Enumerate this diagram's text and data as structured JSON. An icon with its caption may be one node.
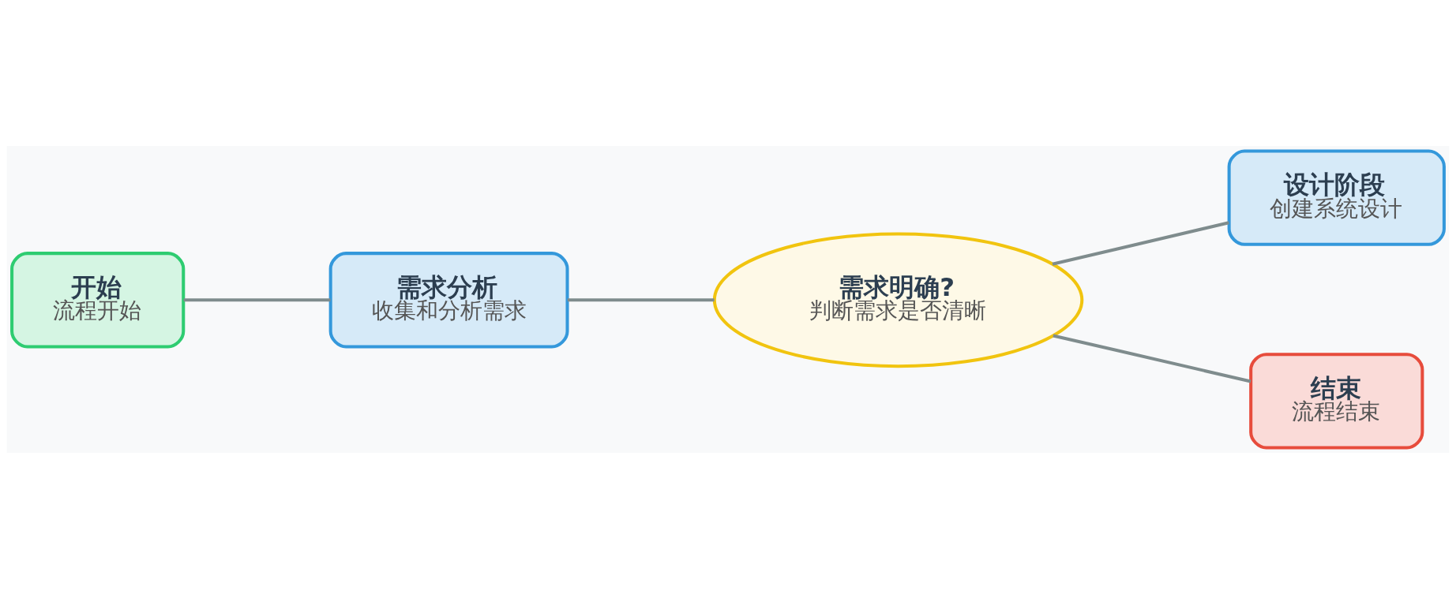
{
  "diagram": {
    "nodes": [
      {
        "text": [
          "开始",
          "流程开始"
        ]
      },
      {
        "text": [
          "需求分析",
          "收集和分析需求"
        ]
      },
      {
        "text": [
          "需求明确?",
          "判断需求是否清晰"
        ]
      },
      {
        "text": [
          "设计阶段",
          "创建系统设计"
        ]
      },
      {
        "text": [
          "结束",
          "流程结束"
        ]
      }
    ],
    "edges": [
      {
        "from": 0,
        "to": 1,
        "arrow": "none"
      },
      {
        "from": 1,
        "to": 2,
        "arrow": "none"
      },
      {
        "from": 2,
        "to": 3,
        "arrow": "none"
      },
      {
        "from": 2,
        "to": 4,
        "arrow": "none"
      }
    ]
  }
}
